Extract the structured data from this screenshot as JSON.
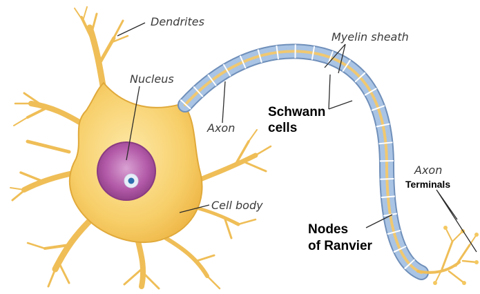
{
  "labels": {
    "dendrites": "Dendrites",
    "nucleus": "Nucleus",
    "axon": "Axon",
    "myelin_sheath": "Myelin sheath",
    "schwann_line1": "Schwann",
    "schwann_line2": "cells",
    "cell_body": "Cell body",
    "axon_terminals_line1": "Axon",
    "axon_terminals_line2": "Terminals",
    "nodes_line1": "Nodes",
    "nodes_line2": "of Ranvier"
  },
  "colors": {
    "cell_body_fill": "#f7cf6a",
    "cell_body_edge": "#e0a93a",
    "nucleus_fill": "#b35aa8",
    "nucleus_edge": "#8a3b82",
    "nucleolus_fill": "#2f6fb0",
    "myelin_fill": "#a9c4e4",
    "myelin_edge": "#6f8fba",
    "axon_core": "#f0c871",
    "leader_line": "#2b2b2b"
  }
}
